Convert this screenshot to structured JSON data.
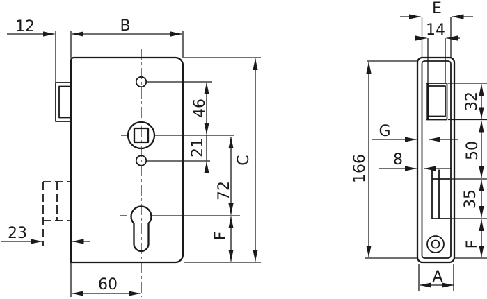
{
  "drawing_type": "technical drawing, sliding-bolt mortise lock, two orthographic views",
  "colors": {
    "ink": "#1a1a1a",
    "paper": "#ffffff"
  },
  "front_view": {
    "name": "lock case front view",
    "dim_latch_projection": "12",
    "dim_case_width": "B",
    "dim_top_hole_to_spindle": "46",
    "dim_spindle_to_lower_hole": "21",
    "dim_spindle_to_cylinder": "72",
    "dim_case_height": "C",
    "dim_bolt_projection": "23",
    "dim_backset": "60",
    "dim_cylinder_to_bottom": "F"
  },
  "side_view": {
    "name": "faceplate side view",
    "dim_case_depth": "E",
    "dim_latch_width": "14",
    "dim_faceplate_height": "166",
    "dim_front_to_latch": "G",
    "dim_faceplate_thickness": "8",
    "dim_latch_cutout_height": "32",
    "dim_cutout_spacing": "50",
    "dim_bolt_cutout_height": "35",
    "dim_cutout_to_bottom": "F",
    "dim_faceplate_width": "A"
  }
}
